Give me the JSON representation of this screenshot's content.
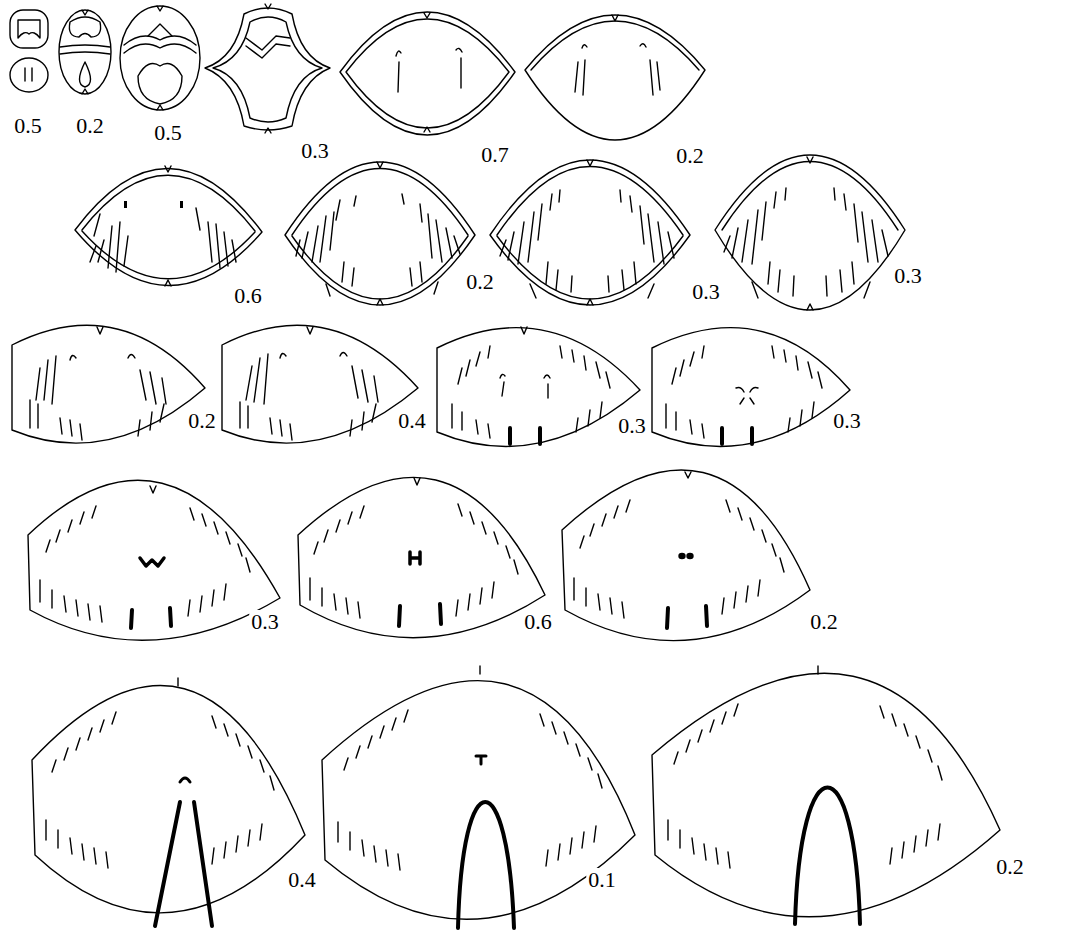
{
  "diagram": {
    "labels": [
      "0.5",
      "0.2",
      "0.5",
      "0.3",
      "0.7",
      "0.2",
      "0.6",
      "0.2",
      "0.3",
      "0.3",
      "0.2",
      "0.4",
      "0.3",
      "0.3",
      "0.3",
      "0.6",
      "0.2",
      "0.4",
      "0.1",
      "0.2"
    ]
  }
}
